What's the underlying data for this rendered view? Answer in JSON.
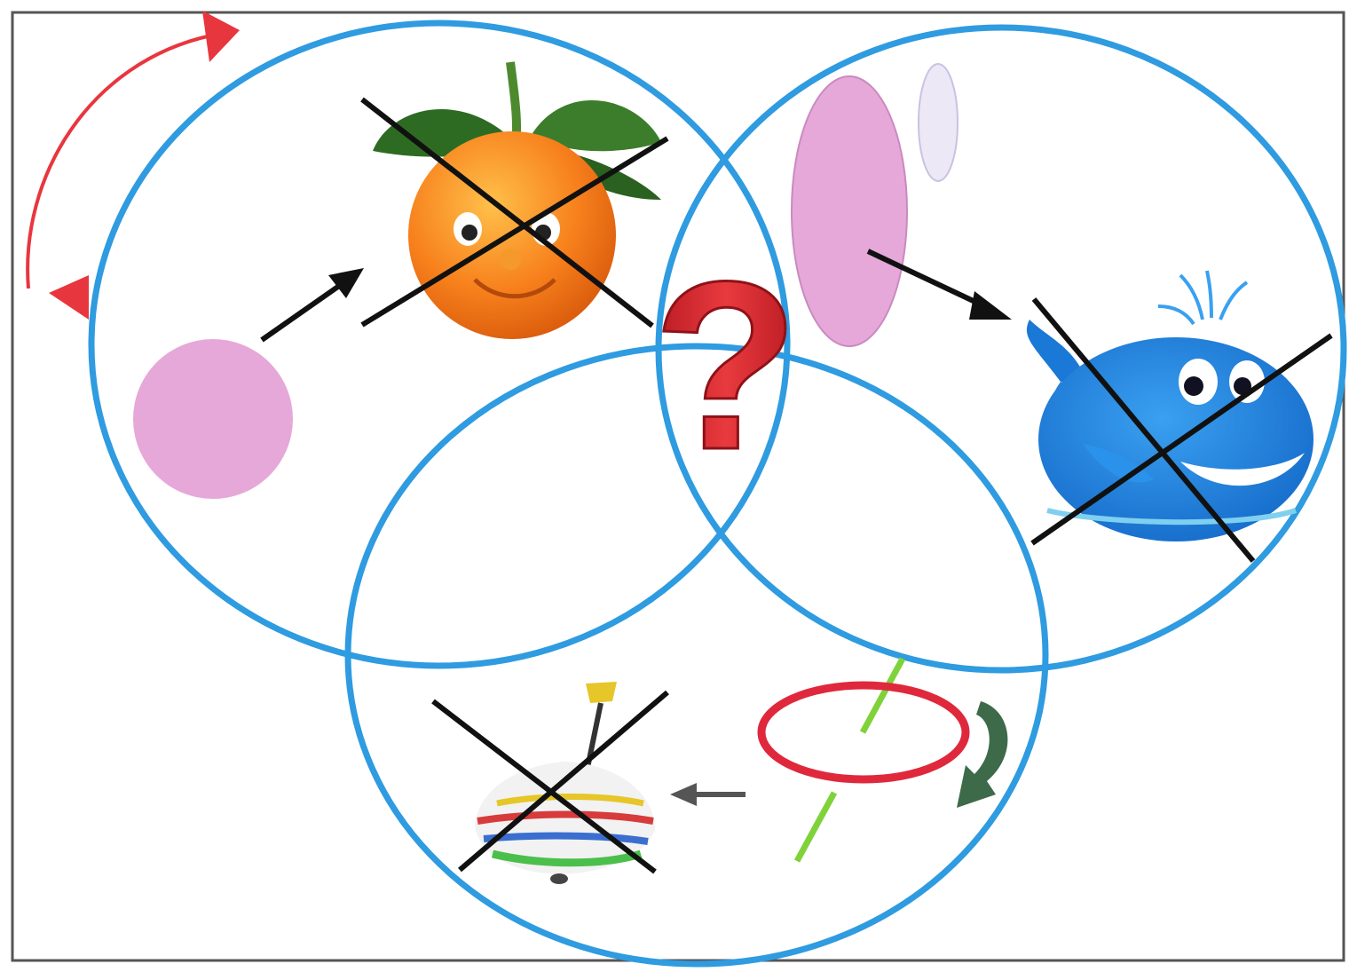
{
  "diagram": {
    "type": "venn-puzzle",
    "circle_count": 3,
    "center_symbol": "?",
    "colors": {
      "circle_stroke": "#2f9be0",
      "rotation_arrow": "#e8363f",
      "cross_lines": "#111111",
      "shape_pink": "#e6a8d8",
      "shape_light": "#ece8f6",
      "ring": "#e0283c",
      "axis_stick": "#7fd23a",
      "curl_arrow": "#3d6b4a",
      "question_mark": "#d9262e"
    },
    "groups": [
      {
        "id": "circle-left",
        "shape": "pink-circle",
        "object_icon": "orange-character-icon",
        "object_crossed": true
      },
      {
        "id": "circle-right",
        "shape": "pink-ellipse",
        "object_icon": "whale-character-icon",
        "object_crossed": true
      },
      {
        "id": "circle-bottom",
        "shape": "red-ring-with-axis",
        "object_icon": "spinning-top-icon",
        "object_crossed": true
      }
    ],
    "icons": [
      "rotation-arrow-icon",
      "curl-arrow-icon",
      "question-mark-icon"
    ]
  }
}
